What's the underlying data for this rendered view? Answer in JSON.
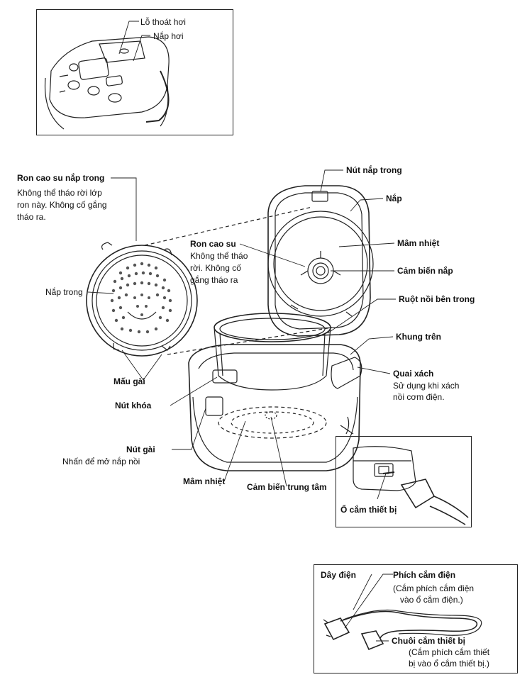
{
  "inset_top": {
    "steam_vent": "Lỗ thoát hơi",
    "steam_cap": "Nắp hơi"
  },
  "inner_lid": {
    "gasket_title": "Ron cao su nắp trong",
    "gasket_note_1": "Không thể tháo rời lớp",
    "gasket_note_2": "ron này. Không cố gắng",
    "gasket_note_3": "tháo ra.",
    "inner_lid": "Nắp trong",
    "hooks": "Mấu gài"
  },
  "main": {
    "inner_lid_button": "Nút nắp trong",
    "lid": "Nắp",
    "heating_plate_lid": "Mâm nhiệt",
    "rubber_gasket": "Ron cao su",
    "rubber_note_1": "Không thể tháo",
    "rubber_note_2": "rời. Không cố",
    "rubber_note_3": "gắng tháo ra",
    "lid_sensor": "Cảm biến nắp",
    "inner_pot": "Ruột nồi bên trong",
    "upper_frame": "Khung trên",
    "handle": "Quai xách",
    "handle_note_1": "Sử dụng khi xách",
    "handle_note_2": "nồi cơm điện.",
    "lock_button": "Nút khóa",
    "release_button": "Nút gài",
    "release_note": "Nhấn để mở nắp nồi",
    "heating_plate": "Mâm nhiệt",
    "center_sensor": "Cảm biến trung tâm",
    "appliance_socket": "Ổ cắm thiết bị"
  },
  "cord_box": {
    "cord": "Dây điện",
    "plug": "Phích cắm điện",
    "plug_note_1": "(Cắm phích cắm điện",
    "plug_note_2": "vào ổ cắm điện.)",
    "appliance_plug": "Chuôi cắm thiết bị",
    "appliance_note_1": "(Cắm phích cắm thiết",
    "appliance_note_2": "bị vào ổ cắm thiết bị.)"
  }
}
